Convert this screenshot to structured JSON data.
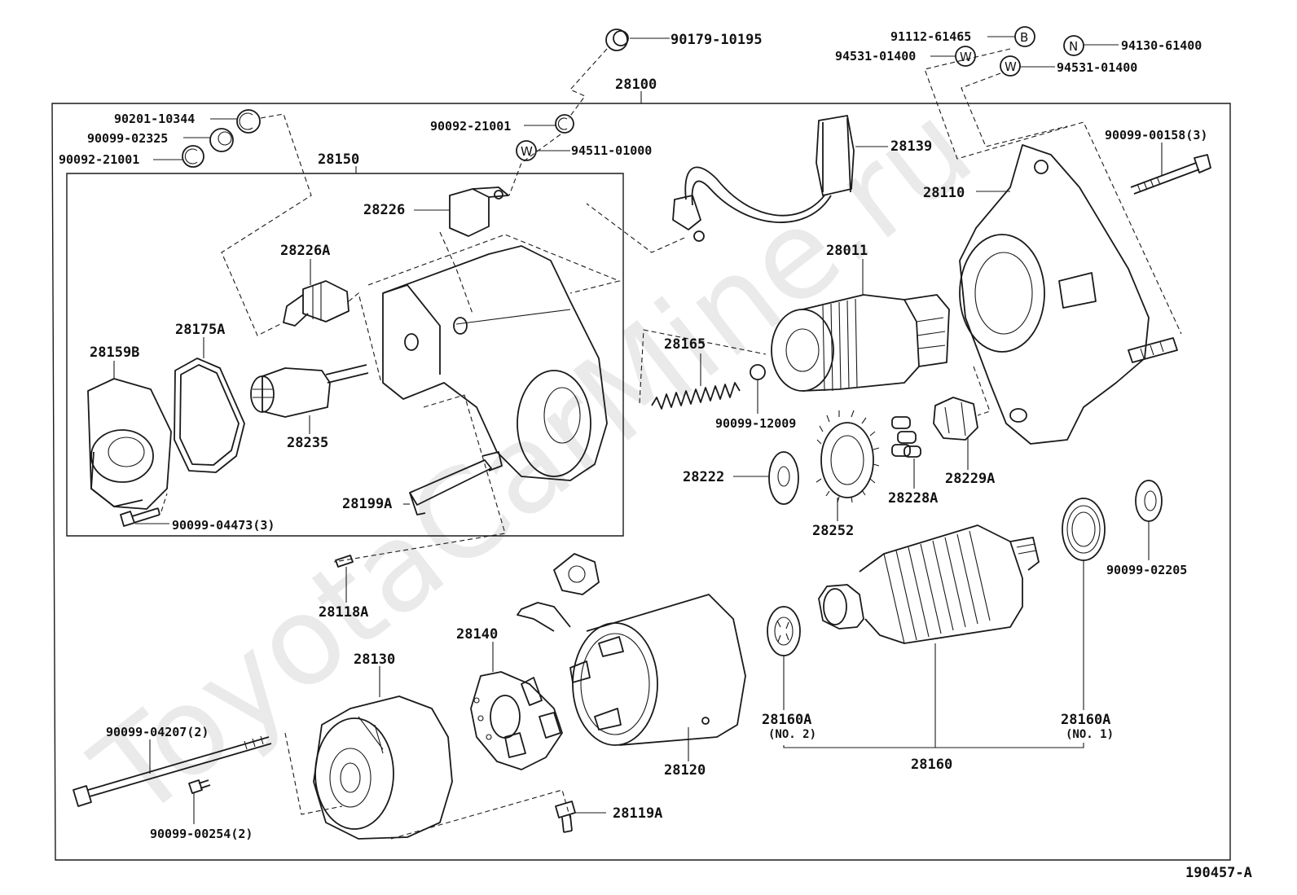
{
  "watermark": "ToyotaCarMine.ru",
  "drawing_code": "190457-A",
  "callouts": {
    "c90179_10195": "90179-10195",
    "c28100": "28100",
    "c91112_61465": "91112-61465",
    "c94531_01400a": "94531-01400",
    "c94130_61400": "94130-61400",
    "c94531_01400b": "94531-01400",
    "c90201_10344": "90201-10344",
    "c90099_02325": "90099-02325",
    "c90092_21001a": "90092-21001",
    "c90092_21001b": "90092-21001",
    "c94511_01000": "94511-01000",
    "c28139": "28139",
    "c90099_00158": "90099-00158(3)",
    "c28150": "28150",
    "c28226": "28226",
    "c28110": "28110",
    "c28226A": "28226A",
    "c28011": "28011",
    "c28175A": "28175A",
    "c28159B": "28159B",
    "c28165": "28165",
    "c28235": "28235",
    "c90099_12009": "90099-12009",
    "c28222": "28222",
    "c28229A": "28229A",
    "c28228A": "28228A",
    "c28199A": "28199A",
    "c90099_04473": "90099-04473(3)",
    "c28252": "28252",
    "c90099_02205": "90099-02205",
    "c28118A": "28118A",
    "c28140": "28140",
    "c28130": "28130",
    "c28160A_no2": "28160A",
    "c28160A_no2_note": "(NO. 2)",
    "c28160A_no1": "28160A",
    "c28160A_no1_note": "(NO. 1)",
    "c90099_04207": "90099-04207(2)",
    "c28120": "28120",
    "c28160": "28160",
    "c90099_00254": "90099-00254(2)",
    "c28119A": "28119A"
  },
  "symbols": {
    "b": "B",
    "w1": "W",
    "n": "N",
    "w2": "W",
    "w3": "W"
  }
}
